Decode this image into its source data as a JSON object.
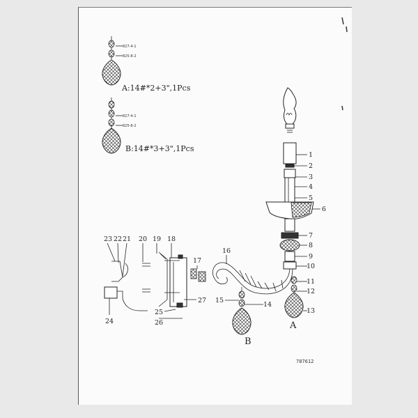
{
  "pendant_a": {
    "part_top": "827-4-1",
    "part_bottom": "825-8-2",
    "caption": "A:14#*2+3\",1Pcs"
  },
  "pendant_b": {
    "part_top": "827-4-1",
    "part_bottom": "825-8-2",
    "caption": "B:14#*3+3\",1Pcs"
  },
  "callouts": {
    "c1": "1",
    "c2": "2",
    "c3": "3",
    "c4": "4",
    "c5": "5",
    "c6": "6",
    "c7": "7",
    "c8": "8",
    "c9": "9",
    "c10": "10",
    "c11": "11",
    "c12": "12",
    "c13": "13",
    "c14": "14",
    "c15": "15",
    "c16": "16",
    "c17": "17",
    "c18": "18",
    "c19": "19",
    "c20": "20",
    "c21": "21",
    "c22": "22",
    "c23": "23",
    "c24": "24",
    "c25": "25",
    "c26": "26",
    "c27": "27"
  },
  "assembly_markers": {
    "a": "A",
    "b": "B"
  },
  "document_code": "787612"
}
